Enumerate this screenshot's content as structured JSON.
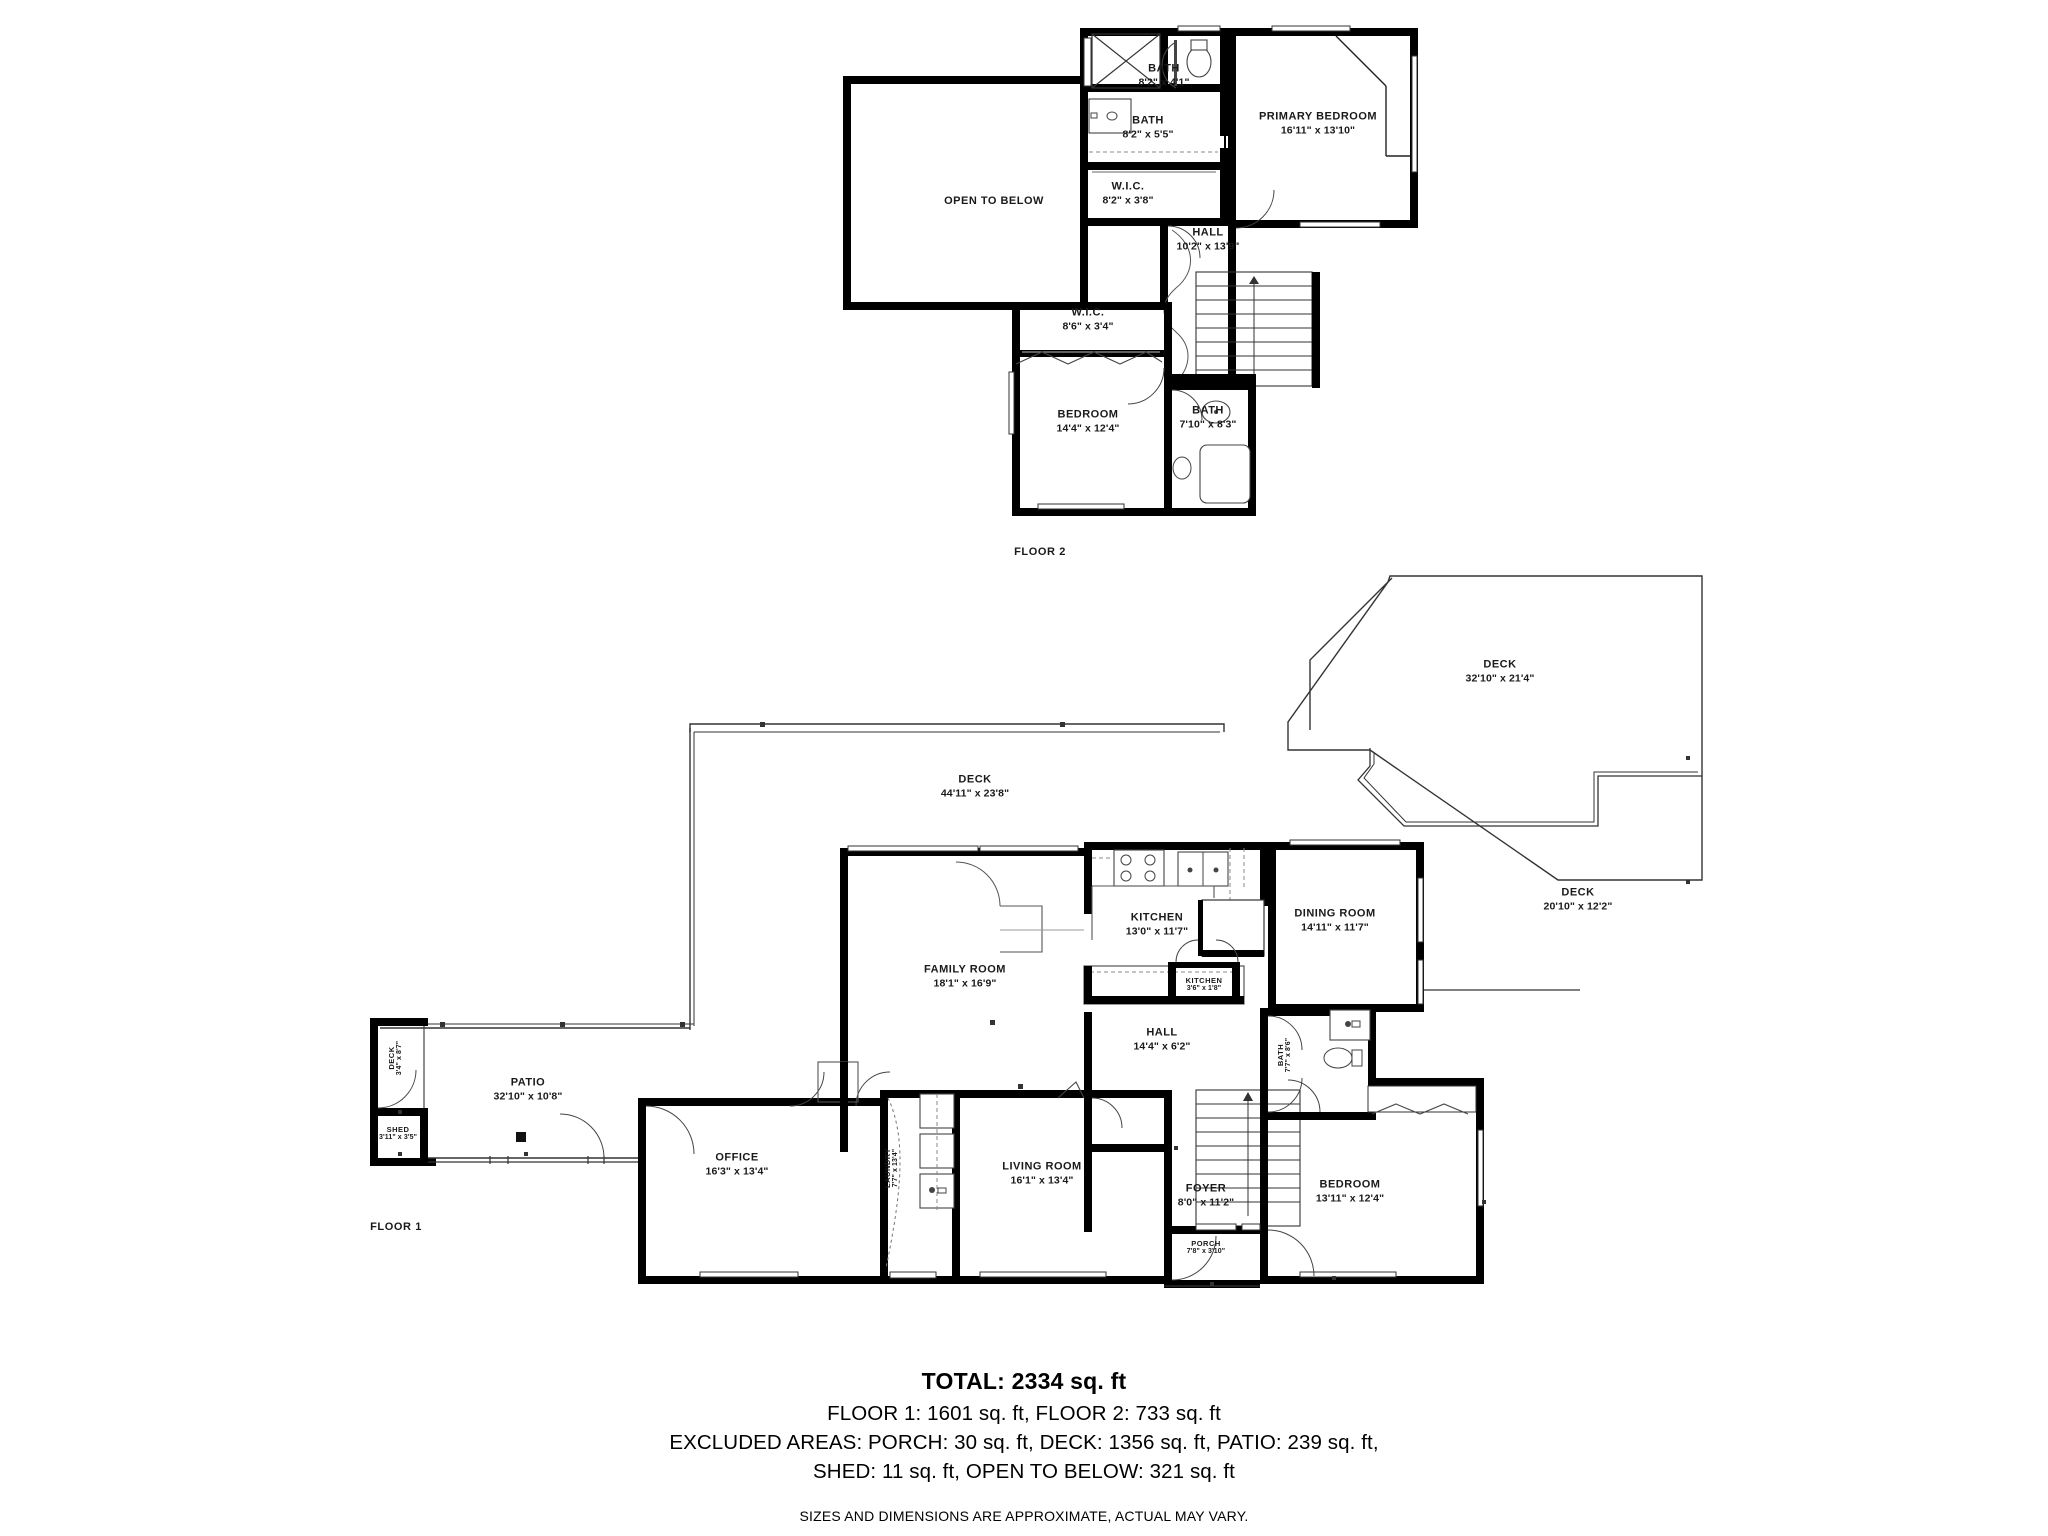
{
  "document": {
    "type": "real-estate-floor-plan",
    "floors": [
      {
        "id": "floor2",
        "tag": "FLOOR 2",
        "rooms": [
          {
            "name": "OPEN TO BELOW",
            "dim": ""
          },
          {
            "name": "BATH",
            "dim": "8'2\" x 4'1\""
          },
          {
            "name": "BATH",
            "dim": "8'2\" x 5'5\""
          },
          {
            "name": "PRIMARY BEDROOM",
            "dim": "16'11\" x 13'10\""
          },
          {
            "name": "W.I.C.",
            "dim": "8'2\" x 3'8\""
          },
          {
            "name": "HALL",
            "dim": "10'2\" x 13'9\""
          },
          {
            "name": "W.I.C.",
            "dim": "8'6\" x 3'4\""
          },
          {
            "name": "BEDROOM",
            "dim": "14'4\" x 12'4\""
          },
          {
            "name": "BATH",
            "dim": "7'10\" x 8'3\""
          }
        ]
      },
      {
        "id": "floor1",
        "tag": "FLOOR 1",
        "rooms": [
          {
            "name": "DECK",
            "dim": "32'10\" x 21'4\""
          },
          {
            "name": "DECK",
            "dim": "44'11\" x 23'8\""
          },
          {
            "name": "DECK",
            "dim": "20'10\" x 12'2\""
          },
          {
            "name": "DECK",
            "dim": "3'4\" x 8'7\""
          },
          {
            "name": "SHED",
            "dim": "3'11\" x 3'5\""
          },
          {
            "name": "PATIO",
            "dim": "32'10\" x 10'8\""
          },
          {
            "name": "KITCHEN",
            "dim": "13'0\" x 11'7\""
          },
          {
            "name": "KITCHEN",
            "dim": "3'6\" x 1'8\""
          },
          {
            "name": "DINING ROOM",
            "dim": "14'11\" x 11'7\""
          },
          {
            "name": "FAMILY ROOM",
            "dim": "18'1\" x 16'9\""
          },
          {
            "name": "HALL",
            "dim": "14'4\" x 6'2\""
          },
          {
            "name": "BATH",
            "dim": "7'7\" x 8'6\""
          },
          {
            "name": "BEDROOM",
            "dim": "13'11\" x 12'4\""
          },
          {
            "name": "OFFICE",
            "dim": "16'3\" x 13'4\""
          },
          {
            "name": "LAUNDRY",
            "dim": "7'7\" x 13'4\""
          },
          {
            "name": "LIVING ROOM",
            "dim": "16'1\" x 13'4\""
          },
          {
            "name": "FOYER",
            "dim": "8'0\" x 11'2\""
          },
          {
            "name": "PORCH",
            "dim": "7'8\" x 3'10\""
          }
        ]
      }
    ]
  },
  "labels": {
    "f2_open_to_below_name": "OPEN TO BELOW",
    "f2_bath_top_name": "BATH",
    "f2_bath_top_dim": "8'2\" x 4'1\"",
    "f2_bath_mid_name": "BATH",
    "f2_bath_mid_dim": "8'2\" x 5'5\"",
    "f2_primary_name": "PRIMARY BEDROOM",
    "f2_primary_dim": "16'11\" x 13'10\"",
    "f2_wic_top_name": "W.I.C.",
    "f2_wic_top_dim": "8'2\" x 3'8\"",
    "f2_hall_name": "HALL",
    "f2_hall_dim": "10'2\" x 13'9\"",
    "f2_wic_low_name": "W.I.C.",
    "f2_wic_low_dim": "8'6\" x 3'4\"",
    "f2_bedroom_name": "BEDROOM",
    "f2_bedroom_dim": "14'4\" x 12'4\"",
    "f2_bath_low_name": "BATH",
    "f2_bath_low_dim": "7'10\" x 8'3\"",
    "f2_tag": "FLOOR 2",
    "f1_deck_ne_name": "DECK",
    "f1_deck_ne_dim": "32'10\" x 21'4\"",
    "f1_deck_main_name": "DECK",
    "f1_deck_main_dim": "44'11\" x 23'8\"",
    "f1_deck_low_name": "DECK",
    "f1_deck_low_dim": "20'10\" x 12'2\"",
    "f1_deck_small_name": "DECK",
    "f1_deck_small_dim": "3'4\" x 8'7\"",
    "f1_shed_name": "SHED",
    "f1_shed_dim": "3'11\" x 3'5\"",
    "f1_patio_name": "PATIO",
    "f1_patio_dim": "32'10\" x 10'8\"",
    "f1_kitchen_name": "KITCHEN",
    "f1_kitchen_dim": "13'0\" x 11'7\"",
    "f1_kitchen2_name": "KITCHEN",
    "f1_kitchen2_dim": "3'6\" x 1'8\"",
    "f1_dining_name": "DINING ROOM",
    "f1_dining_dim": "14'11\" x 11'7\"",
    "f1_family_name": "FAMILY ROOM",
    "f1_family_dim": "18'1\" x 16'9\"",
    "f1_hall_name": "HALL",
    "f1_hall_dim": "14'4\" x 6'2\"",
    "f1_bath_name": "BATH",
    "f1_bath_dim": "7'7\" x 8'6\"",
    "f1_bedroom_name": "BEDROOM",
    "f1_bedroom_dim": "13'11\" x 12'4\"",
    "f1_office_name": "OFFICE",
    "f1_office_dim": "16'3\" x 13'4\"",
    "f1_laundry_name": "LAUNDRY",
    "f1_laundry_dim": "7'7\" x 13'4\"",
    "f1_living_name": "LIVING ROOM",
    "f1_living_dim": "16'1\" x 13'4\"",
    "f1_foyer_name": "FOYER",
    "f1_foyer_dim": "8'0\" x 11'2\"",
    "f1_porch_name": "PORCH",
    "f1_porch_dim": "7'8\" x 3'10\"",
    "f1_tag": "FLOOR 1"
  },
  "summary": {
    "total": "TOTAL: 2334 sq. ft",
    "line1": "FLOOR 1: 1601 sq. ft, FLOOR 2: 733 sq. ft",
    "line2": "EXCLUDED AREAS: PORCH: 30 sq. ft, DECK: 1356 sq. ft, PATIO: 239 sq. ft,",
    "line3": "SHED: 11 sq. ft, OPEN TO BELOW: 321 sq. ft",
    "note": "SIZES AND DIMENSIONS ARE APPROXIMATE, ACTUAL MAY VARY."
  },
  "colors": {
    "wall": "#000000",
    "background": "#ffffff",
    "thin_line": "#2b2b2b",
    "fixture": "#555555"
  }
}
